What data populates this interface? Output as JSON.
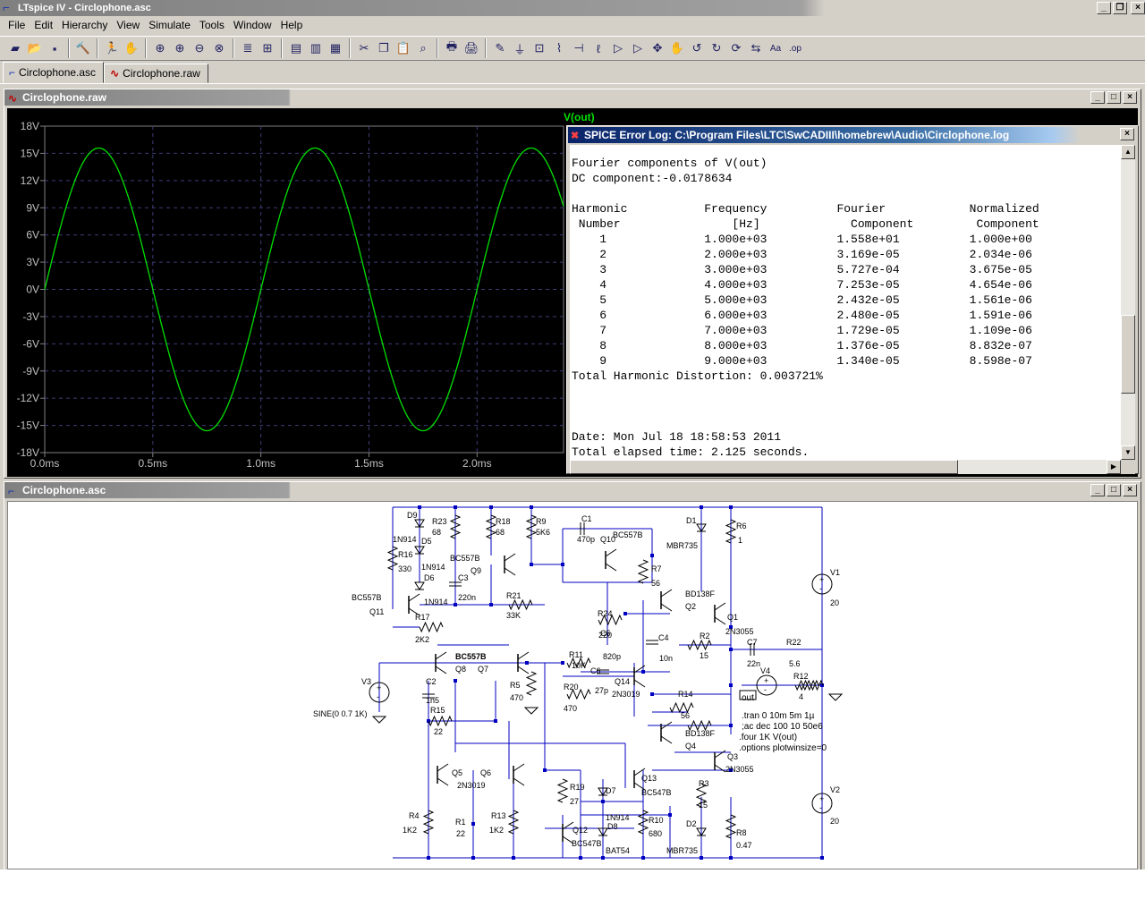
{
  "window": {
    "title": "LTspice IV - Circlophone.asc"
  },
  "menu": [
    "File",
    "Edit",
    "Hierarchy",
    "View",
    "Simulate",
    "Tools",
    "Window",
    "Help"
  ],
  "toolbar_icons": [
    "new-schematic-icon",
    "open-icon",
    "save-icon",
    "control-panel-icon",
    "run-icon",
    "halt-icon",
    "zoom-in-icon",
    "zoom-pan-icon",
    "zoom-out-icon",
    "zoom-fit-icon",
    "autorange-icon",
    "grid-icon",
    "tile-horizontal-icon",
    "cascade-icon",
    "tile-vertical-icon",
    "cut-icon",
    "copy-icon",
    "paste-icon",
    "find-icon",
    "print-setup-icon",
    "print-icon",
    "wire-icon",
    "ground-icon",
    "label-icon",
    "resistor-icon",
    "capacitor-icon",
    "inductor-icon",
    "diode-icon",
    "component-icon",
    "move-icon",
    "drag-icon",
    "undo-icon",
    "redo-icon",
    "rotate-icon",
    "mirror-icon",
    "text-icon",
    "spice-directive-icon"
  ],
  "tabs": [
    {
      "label": "Circlophone.asc"
    },
    {
      "label": "Circlophone.raw"
    }
  ],
  "waveform_window": {
    "title": "Circlophone.raw",
    "trace_label": "V(out)"
  },
  "schematic_window": {
    "title": "Circlophone.asc"
  },
  "error_log": {
    "title": "SPICE Error Log: C:\\Program Files\\LTC\\SwCADIII\\homebrew\\Audio\\Circlophone.log",
    "heading": "Fourier components of V(out)",
    "dc": "DC component:-0.0178634",
    "columns": [
      [
        "Harmonic",
        "Number"
      ],
      [
        "Frequency",
        "[Hz]"
      ],
      [
        "Fourier",
        "Component"
      ],
      [
        "Normalized",
        "Component"
      ]
    ],
    "rows": [
      [
        "1",
        "1.000e+03",
        "1.558e+01",
        "1.000e+00"
      ],
      [
        "2",
        "2.000e+03",
        "3.169e-05",
        "2.034e-06"
      ],
      [
        "3",
        "3.000e+03",
        "5.727e-04",
        "3.675e-05"
      ],
      [
        "4",
        "4.000e+03",
        "7.253e-05",
        "4.654e-06"
      ],
      [
        "5",
        "5.000e+03",
        "2.432e-05",
        "1.561e-06"
      ],
      [
        "6",
        "6.000e+03",
        "2.480e-05",
        "1.591e-06"
      ],
      [
        "7",
        "7.000e+03",
        "1.729e-05",
        "1.109e-06"
      ],
      [
        "8",
        "8.000e+03",
        "1.376e-05",
        "8.832e-07"
      ],
      [
        "9",
        "9.000e+03",
        "1.340e-05",
        "8.598e-07"
      ]
    ],
    "thd": "Total Harmonic Distortion: 0.003721%",
    "date": "Date: Mon Jul 18 18:58:53 2011",
    "elapsed": "Total elapsed time: 2.125 seconds."
  },
  "chart_data": {
    "type": "line",
    "series": [
      {
        "name": "V(out)",
        "frequency_hz": 1000,
        "amplitude_v": 15.58,
        "color": "#00e000"
      }
    ],
    "x_tick_labels": [
      "0.0ms",
      "0.5ms",
      "1.0ms",
      "1.5ms",
      "2.0ms"
    ],
    "x_ticks_ms": [
      0,
      0.5,
      1.0,
      1.5,
      2.0
    ],
    "xlim_ms": [
      0,
      2.4
    ],
    "y_tick_labels": [
      "18V",
      "15V",
      "12V",
      "9V",
      "6V",
      "3V",
      "0V",
      "-3V",
      "-6V",
      "-9V",
      "-12V",
      "-15V",
      "-18V"
    ],
    "y_ticks_v": [
      18,
      15,
      12,
      9,
      6,
      3,
      0,
      -3,
      -6,
      -9,
      -12,
      -15,
      -18
    ],
    "ylim_v": [
      -18,
      18
    ],
    "grid": true
  },
  "schematic": {
    "labels": [
      "D9",
      "R23",
      "68",
      "R18",
      "68",
      "R9",
      "5K6",
      "C1",
      "470p",
      "Q10",
      "BC557B",
      "D1",
      "MBR735",
      "R6",
      "1",
      "1N914",
      "D5",
      "R16",
      "330",
      "1N914",
      "D6",
      "BC557B",
      "Q9",
      "C3",
      "220n",
      "1N914",
      "BC557B",
      "Q11",
      "R21",
      "33K",
      "R17",
      "2K2",
      "R7",
      "56",
      "BD138F",
      "Q2",
      "Q1",
      "2N3055",
      "R24",
      "220",
      "C5",
      "820p",
      "C4",
      "10n",
      "R2",
      "15",
      "C7",
      "22n",
      "R22",
      "5.6",
      "V1",
      "20",
      "V3",
      "SINE(0 0.7 1K)",
      "BC557B",
      "Q8",
      "Q7",
      "C2",
      "1n5",
      "R15",
      "22",
      "R5",
      "470",
      "R11",
      "10K",
      "C6",
      "27p",
      "Q14",
      "2N3019",
      "R20",
      "470",
      "V4",
      "R12",
      "4",
      "out",
      "R14",
      "56",
      ".tran 0 10m 5m 1µ",
      ";ac dec 100 10 50e6",
      ".four 1K V(out)",
      ".options plotwinsize=0",
      "BD138F",
      "Q4",
      "Q3",
      "2N3055",
      "Q5",
      "Q6",
      "2N3019",
      "R19",
      "27",
      "D7",
      "Q13",
      "BC547B",
      "1N914",
      "D8",
      "R3",
      "15",
      "R4",
      "1K2",
      "R1",
      "22",
      "R13",
      "1K2",
      "Q12",
      "BC547B",
      "BAT54",
      "R10",
      "680",
      "D2",
      "MBR735",
      "R8",
      "0.47",
      "V2",
      "20"
    ]
  }
}
